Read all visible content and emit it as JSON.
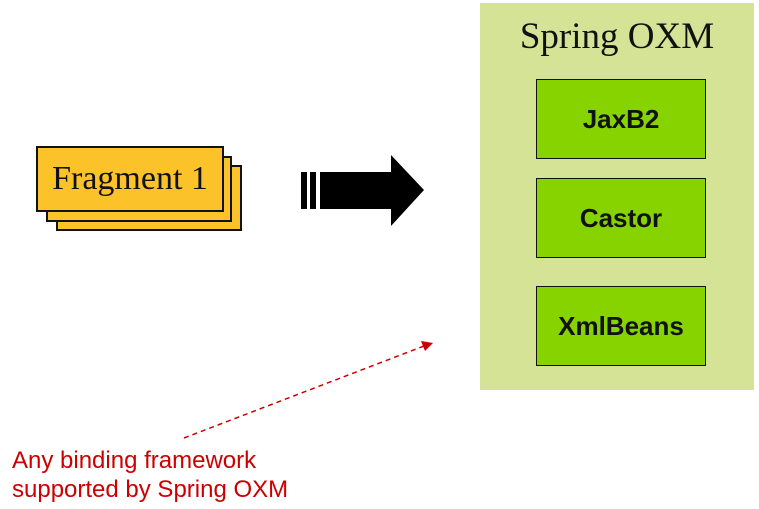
{
  "fragment": {
    "label": "Fragment 1"
  },
  "panel": {
    "title": "Spring OXM",
    "frameworks": [
      {
        "label": "JaxB2"
      },
      {
        "label": "Castor"
      },
      {
        "label": "XmlBeans"
      }
    ]
  },
  "note": {
    "line1": "Any binding framework",
    "line2": "supported by Spring OXM"
  },
  "colors": {
    "fragment_fill": "#fcc22a",
    "panel_fill": "#d5e397",
    "framework_fill": "#86d300",
    "note_color": "#cc0000"
  }
}
